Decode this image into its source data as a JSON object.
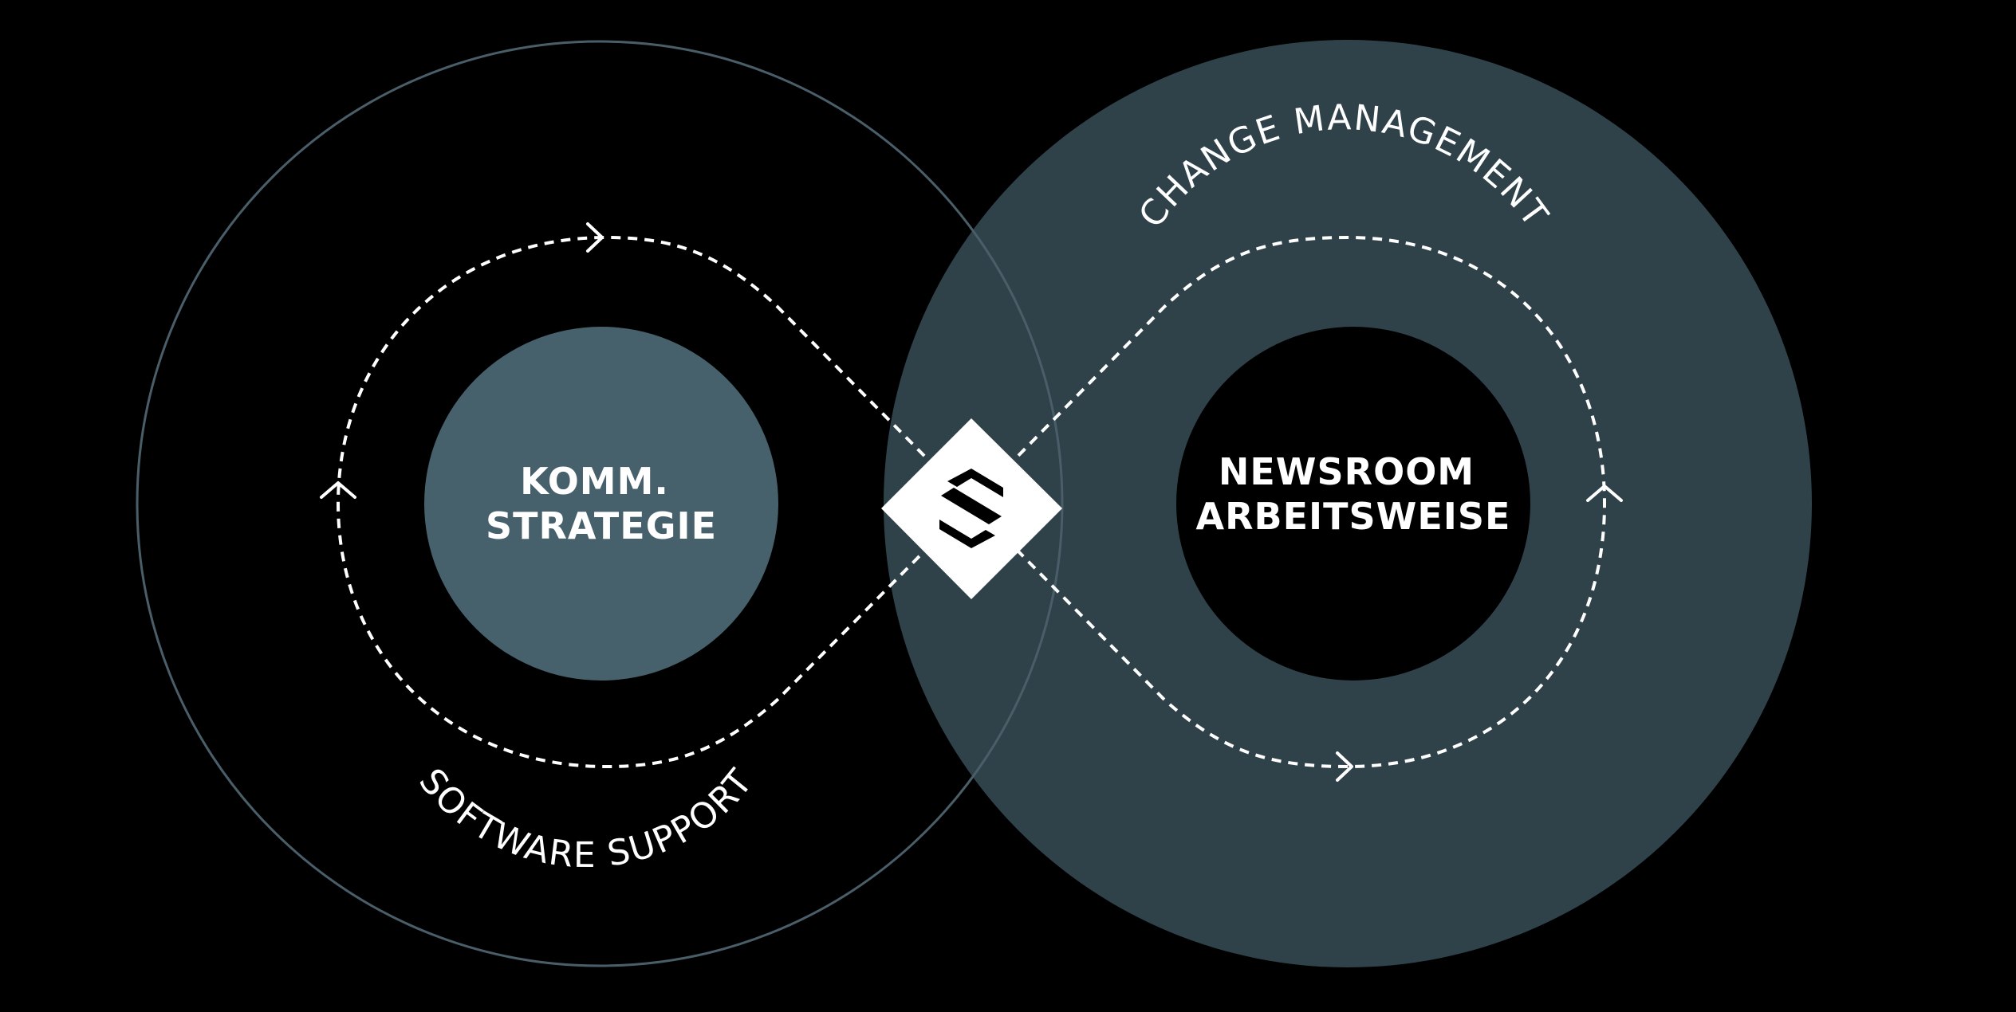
{
  "colors": {
    "background": "#000000",
    "left_outer_ring_stroke": "#4a5e69",
    "left_inner_circle_fill": "#47616c",
    "right_outer_circle_fill": "#2f424a",
    "right_inner_circle_fill": "#000000",
    "loop_stroke": "#ffffff",
    "diamond_fill": "#ffffff",
    "logo_fill": "#000000",
    "text": "#ffffff"
  },
  "left": {
    "label_line1": "KOMM.",
    "label_line2": "STRATEGIE",
    "arc_label": "SOFTWARE SUPPORT"
  },
  "right": {
    "label_line1": "NEWSROOM",
    "label_line2": "ARBEITSWEISE",
    "arc_label": "CHANGE MANAGEMENT"
  },
  "center": {
    "icon": "logo-s-icon"
  }
}
